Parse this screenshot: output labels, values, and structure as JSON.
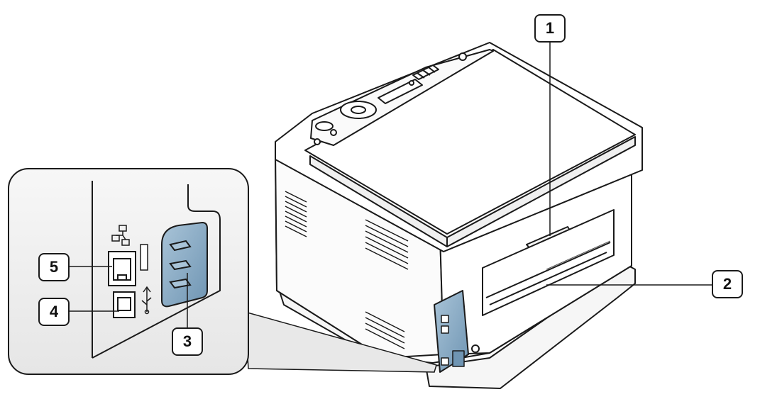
{
  "callouts": [
    {
      "id": "1",
      "part": "rear-cover"
    },
    {
      "id": "2",
      "part": "rear-door"
    },
    {
      "id": "3",
      "part": "power-receptacle"
    },
    {
      "id": "4",
      "part": "usb-port"
    },
    {
      "id": "5",
      "part": "network-port"
    }
  ],
  "colors": {
    "outline": "#1a1a1a",
    "panel_blue": "#6f95b3",
    "panel_blue_light": "#a9c4d8",
    "inset_fill": "#f2f2f2",
    "body_fill": "#ffffff"
  },
  "icons": [
    "network-icon",
    "usb-icon"
  ]
}
